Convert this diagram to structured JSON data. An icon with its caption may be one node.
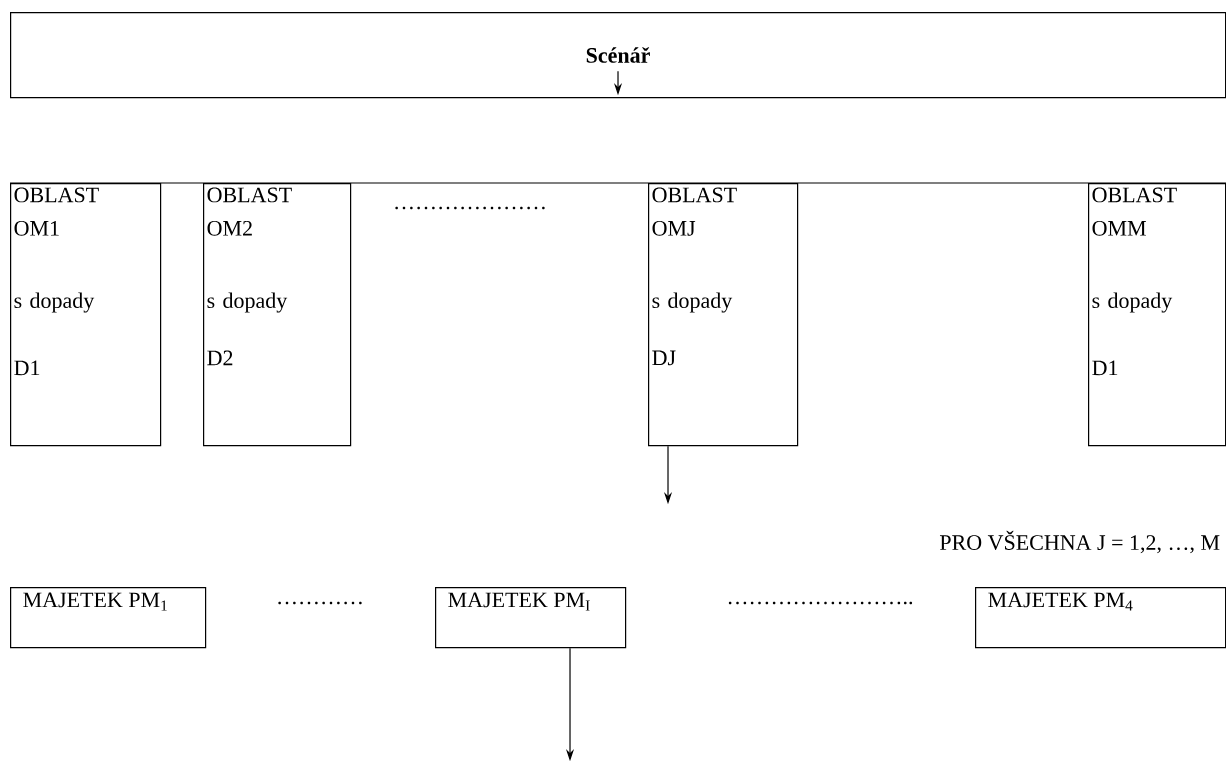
{
  "diagram": {
    "nodes": [
      {
        "text": [
          "Scénář"
        ]
      },
      {
        "text": [
          "OBLAST OM1",
          "s dopady",
          "D1"
        ]
      },
      {
        "text": [
          "OBLAST OM2",
          "s dopady",
          "D2"
        ]
      },
      {
        "text": [
          "OBLAST OMJ",
          "s dopady",
          "DJ"
        ]
      },
      {
        "text": [
          "OBLAST OMM",
          "s dopady",
          "D1"
        ]
      },
      {
        "text": [
          "MAJETEK PM$_{1}$"
        ]
      },
      {
        "text": [
          "MAJETEK PM$_{I}$"
        ]
      },
      {
        "text": [
          "MAJETEK PM$_{4}$"
        ]
      }
    ],
    "edges": [
      {
        "from": 0,
        "to": null,
        "arrow": "to"
      },
      {
        "from": 3,
        "to": null,
        "arrow": "to"
      },
      {
        "from": 6,
        "to": null,
        "arrow": "to"
      }
    ],
    "labels": [
      "…………………",
      "PRO  VŠECHNA J = 1,2, …, M",
      "…………",
      "…………………….."
    ]
  }
}
